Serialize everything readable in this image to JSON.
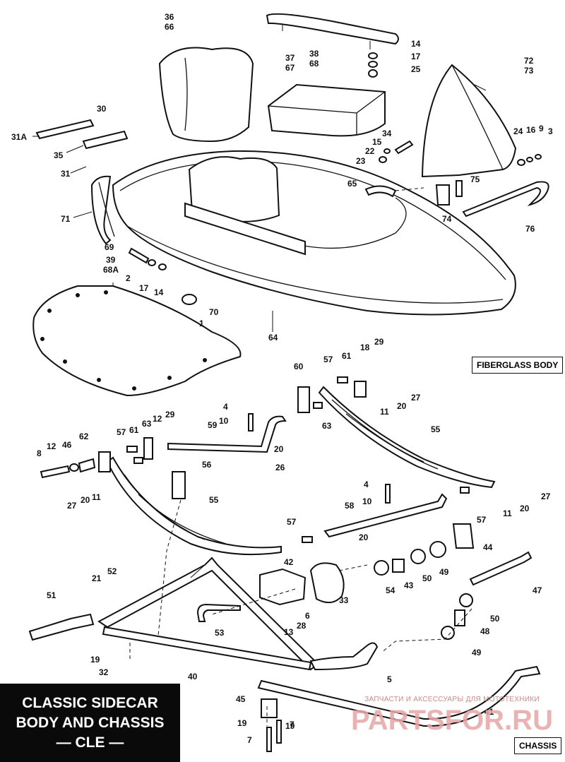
{
  "boxes": {
    "fiberglass_body": "FIBERGLASS BODY",
    "chassis": "CHASSIS"
  },
  "title": {
    "line1": "CLASSIC SIDECAR",
    "line2": "BODY AND CHASSIS",
    "line3": "— CLE —"
  },
  "watermark": {
    "tagline": "ЗАПЧАСТИ И АКСЕССУАРЫ ДЛЯ МОТОТЕХНИКИ",
    "logo": "PARTSFOR.RU"
  },
  "callouts": {
    "c36_66": [
      "36",
      "66"
    ],
    "c37_67": [
      "37",
      "67"
    ],
    "c38_68": [
      "38",
      "68"
    ],
    "c72_73": [
      "72",
      "73"
    ],
    "c39_68a": [
      "39",
      "68A"
    ],
    "singles": [
      "14",
      "17",
      "25",
      "30",
      "31A",
      "35",
      "31",
      "34",
      "15",
      "22",
      "23",
      "24",
      "16",
      "9",
      "3",
      "65",
      "75",
      "74",
      "76",
      "71",
      "69",
      "2",
      "17",
      "14",
      "70",
      "1",
      "64",
      "29",
      "18",
      "57",
      "61",
      "60",
      "27",
      "20",
      "11",
      "63",
      "55",
      "4",
      "10",
      "59",
      "20",
      "26",
      "12",
      "29",
      "57",
      "61",
      "63",
      "8",
      "12",
      "46",
      "62",
      "27",
      "20",
      "11",
      "56",
      "55",
      "4",
      "10",
      "58",
      "20",
      "57",
      "11",
      "20",
      "27",
      "57",
      "44",
      "42",
      "21",
      "52",
      "51",
      "13",
      "28",
      "6",
      "33",
      "54",
      "43",
      "50",
      "49",
      "47",
      "50",
      "48",
      "49",
      "19",
      "32",
      "40",
      "53",
      "5",
      "45",
      "41",
      "19",
      "19",
      "7",
      "7"
    ]
  }
}
